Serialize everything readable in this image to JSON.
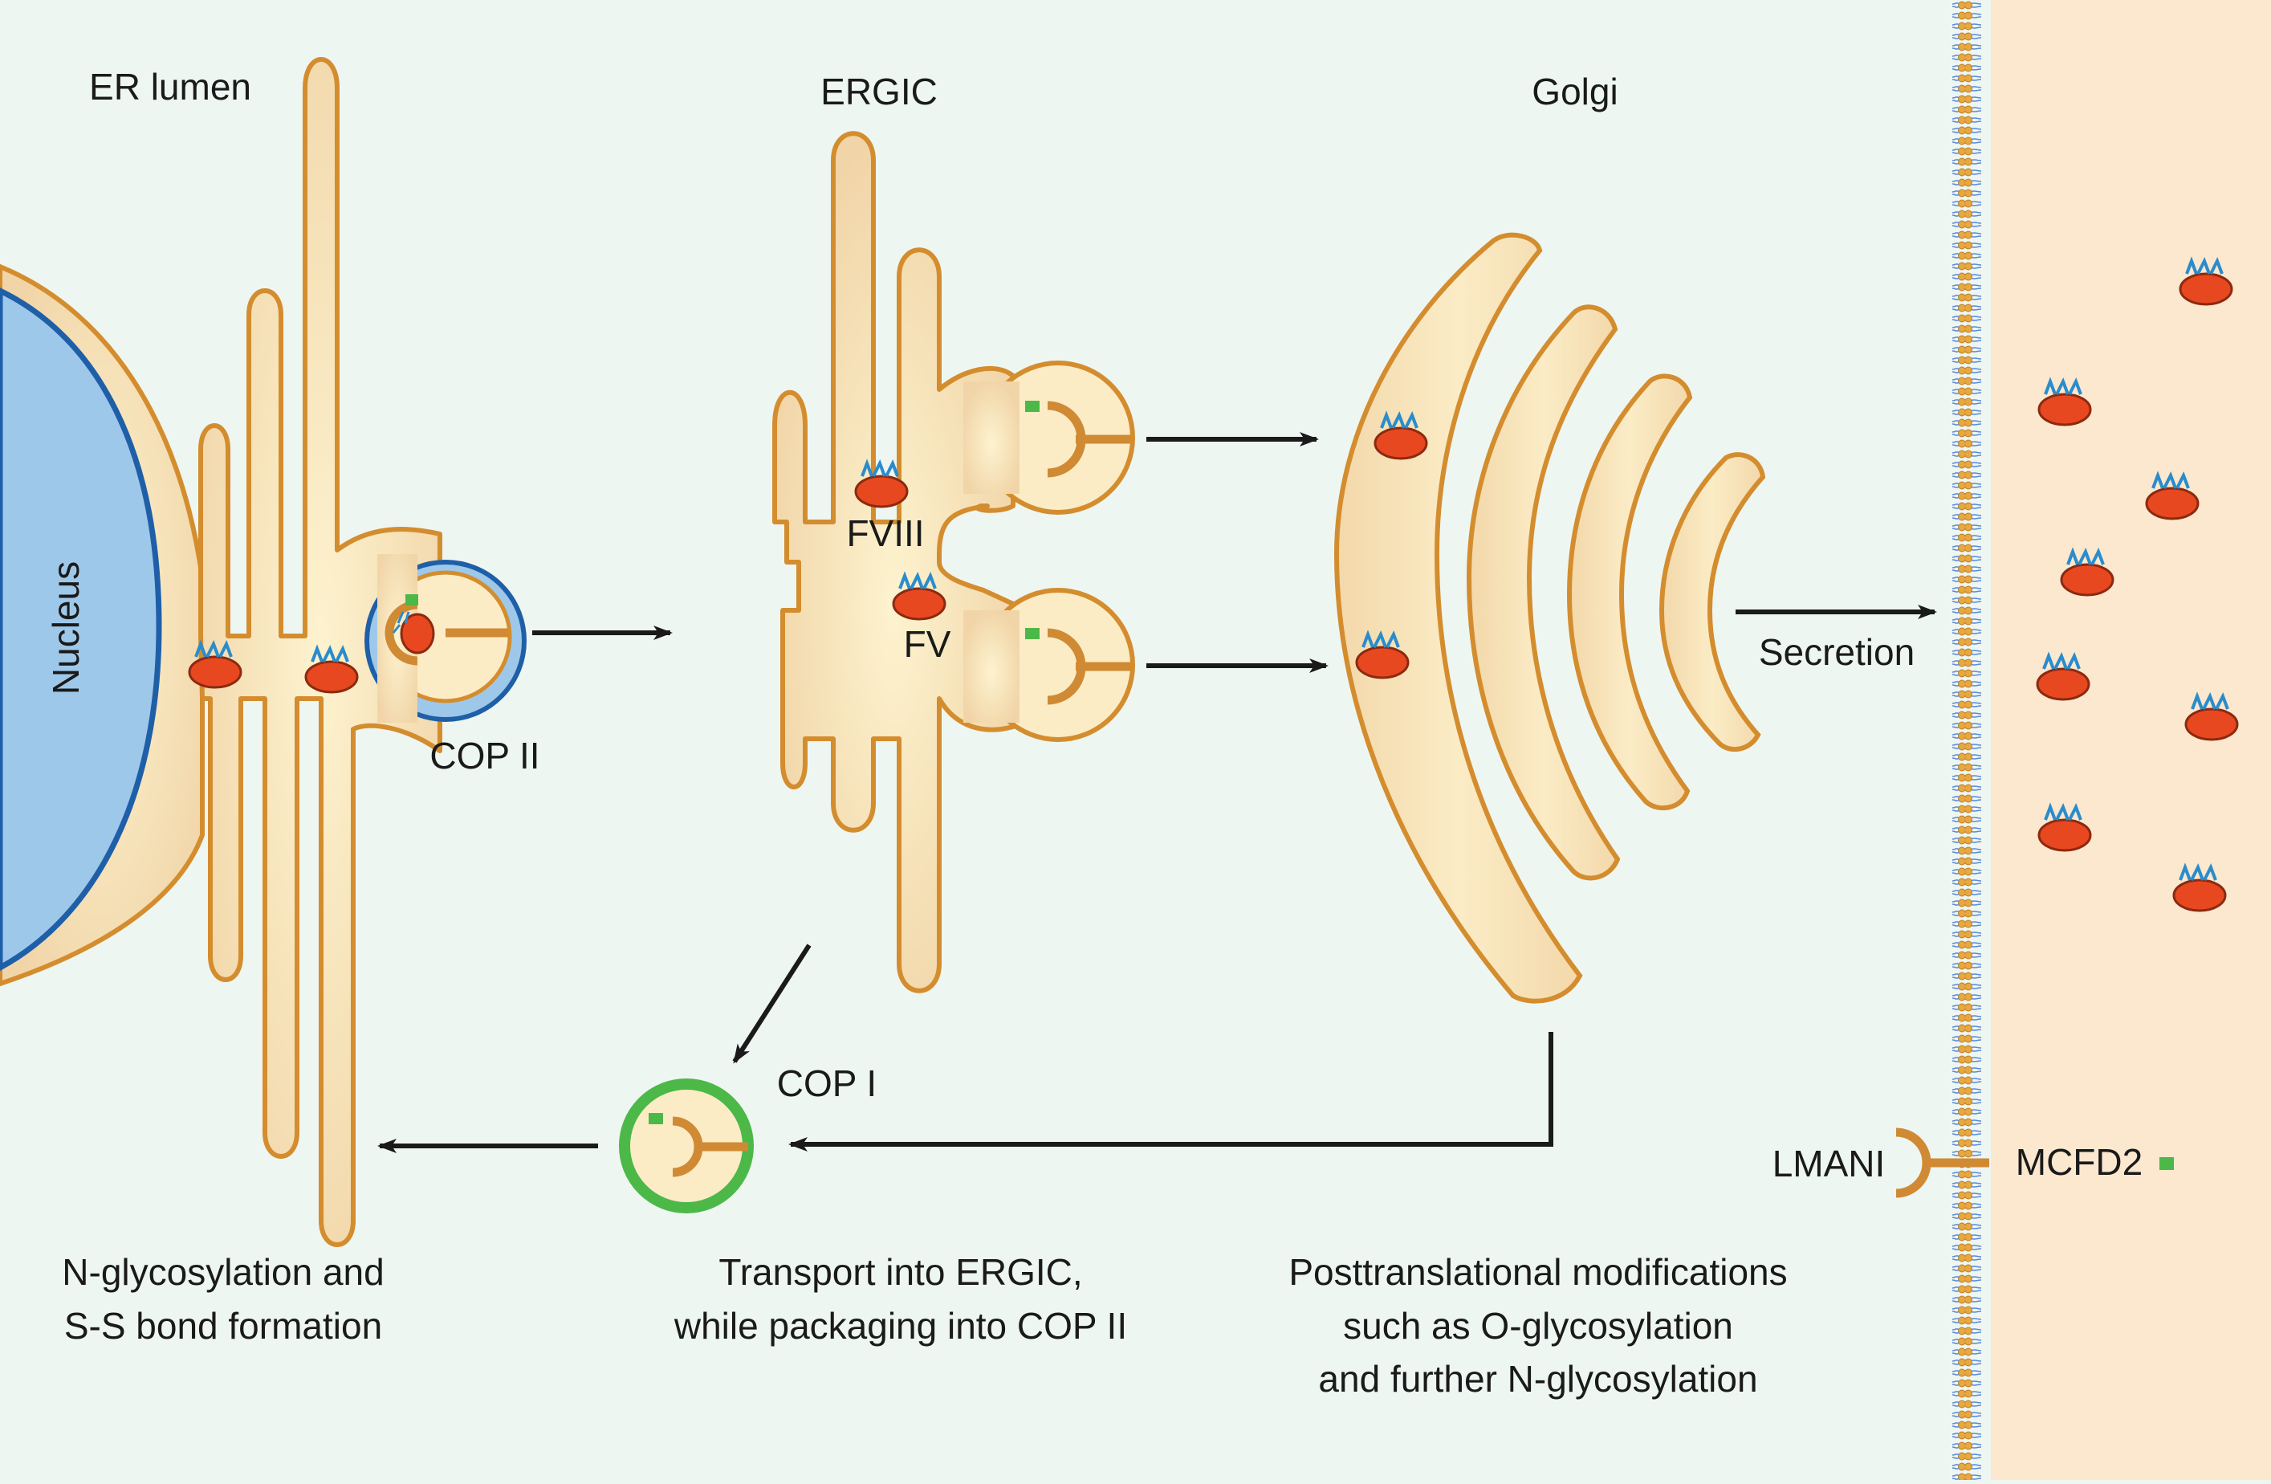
{
  "labels": {
    "er_lumen": "ER lumen",
    "ergic": "ERGIC",
    "golgi": "Golgi",
    "nucleus": "Nucleus",
    "cop2_er": "COP II",
    "fviii": "FVIII",
    "fv": "FV",
    "secretion": "Secretion",
    "cop1": "COP I",
    "lman1": "LMANI",
    "mcfd2": "MCFD2"
  },
  "captions": {
    "er": [
      "N-glycosylation and",
      "S-S bond formation"
    ],
    "ergic": [
      "Transport into ERGIC,",
      "while packaging into COP II"
    ],
    "golgi": [
      "Posttranslational modifications",
      "such as O-glycosylation",
      "and further N-glycosylation"
    ]
  },
  "colors": {
    "background": "#eef6f2",
    "organelle_fill": "#f4dcb0",
    "organelle_stroke": "#d48d2e",
    "cargo_receptor": "#d08a34",
    "nucleus": "#9ec8ea",
    "nucleus_stroke": "#1f5fa8",
    "cop2_coat": "#9ec8ea",
    "cop1_coat": "#4cb848",
    "factor": "#e84820",
    "glycan": "#2a8ccc",
    "mcfd2": "#4cb848",
    "membrane_head": "#e8a840",
    "membrane_tail": "#5a8ad8",
    "extracellular": "#fbe8cf"
  }
}
